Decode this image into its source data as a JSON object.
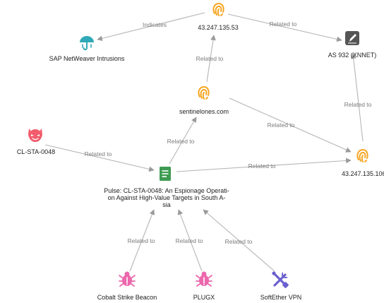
{
  "nodes": {
    "ip_53": {
      "label": "43.247.135.53",
      "icon": "fingerprint-icon"
    },
    "sap": {
      "label": "SAP NetWeaver Intrusions",
      "icon": "umbrella-icon"
    },
    "asn": {
      "label": "AS 932 (XNNET)",
      "icon": "pen-square-icon"
    },
    "domain": {
      "label": "sentinelones.com",
      "icon": "fingerprint-icon"
    },
    "actor": {
      "label": "CL-STA-0048",
      "icon": "devil-icon"
    },
    "ip_106": {
      "label": "43.247.135.106",
      "icon": "fingerprint-icon"
    },
    "pulse": {
      "label_lines": [
        "Pulse: CL-STA-0048: An Espionage Operati-",
        "on Against High-Value Targets in South A-",
        "sia"
      ],
      "icon": "document-icon"
    },
    "cobalt": {
      "label": "Cobalt Strike Beacon",
      "icon": "bug-icon"
    },
    "plugx": {
      "label": "PLUGX",
      "icon": "bug-icon"
    },
    "softether": {
      "label": "SoftEther VPN",
      "icon": "tools-icon"
    }
  },
  "edges": {
    "ip53_sap": "Indicates",
    "ip53_asn": "Related to",
    "domain_ip53": "Related to",
    "domain_ip106": "Related to",
    "ip106_asn": "Related to",
    "pulse_domain": "Related to",
    "actor_pulse": "Related to",
    "pulse_ip106": "Related to",
    "cobalt_pulse": "Related to",
    "plugx_pulse": "Related to",
    "softether_pulse": "Related to"
  },
  "colors": {
    "orange": "#f5a623",
    "red": "#f25c6c",
    "green": "#3e9b52",
    "gray": "#555555",
    "teal": "#2fa9b7",
    "pink": "#ec67ac",
    "purple": "#6a5fcf",
    "edge": "#b5b5b5"
  }
}
